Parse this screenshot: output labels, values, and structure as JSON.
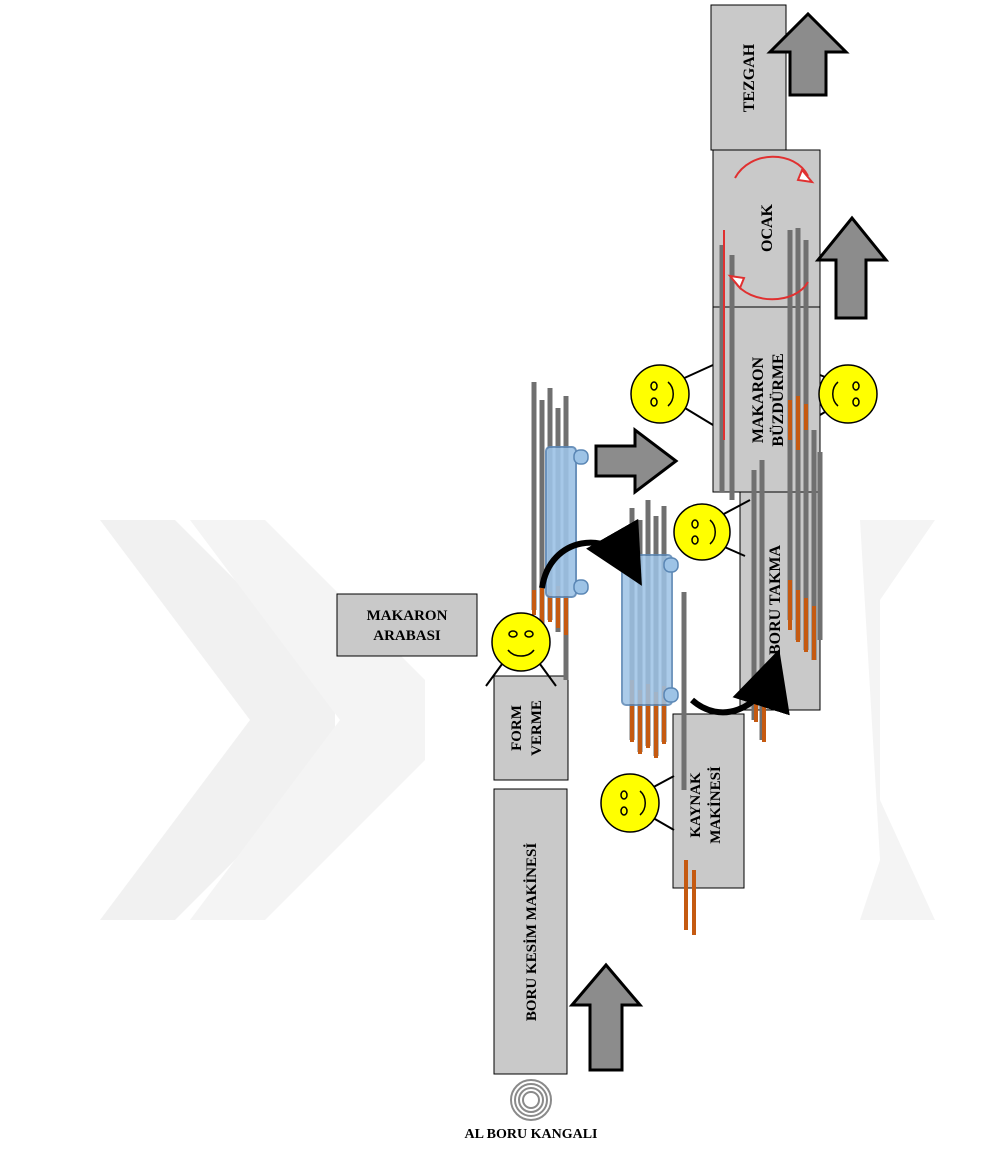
{
  "stations": {
    "tezgah": "TEZGAH",
    "ocak": "OCAK",
    "makaron_buzdurme_1": "MAKARON",
    "makaron_buzdurme_2": "BÜZDÜRME",
    "boru_takma": "BORU TAKMA",
    "makaron_arabasi_1": "MAKARON",
    "makaron_arabasi_2": "ARABASI",
    "form_verme_1": "FORM",
    "form_verme_2": "VERME",
    "kaynak_makinesi_1": "KAYNAK",
    "kaynak_makinesi_2": "MAKİNESİ",
    "boru_kesim": "BORU KESİM MAKİNESİ"
  },
  "coil_label": "AL BORU KANGALI",
  "colors": {
    "box_fill": "#c9c9c9",
    "box_stroke": "#000000",
    "arrow_fill": "#8c8c8c",
    "pipe_gray": "#707070",
    "pipe_copper": "#c55a11",
    "cooler_blue": "#9dc3e6",
    "cooler_stroke": "#5b87b5",
    "smiley_fill": "#ffff00",
    "accent_red": "#e03030",
    "watermark": "#f1f1f1"
  },
  "icons": [
    "up-arrow-icon",
    "right-arrow-icon",
    "curved-arrow-icon",
    "smiley-worker-icon",
    "pipe-coil-icon",
    "rotation-arrows-icon"
  ]
}
